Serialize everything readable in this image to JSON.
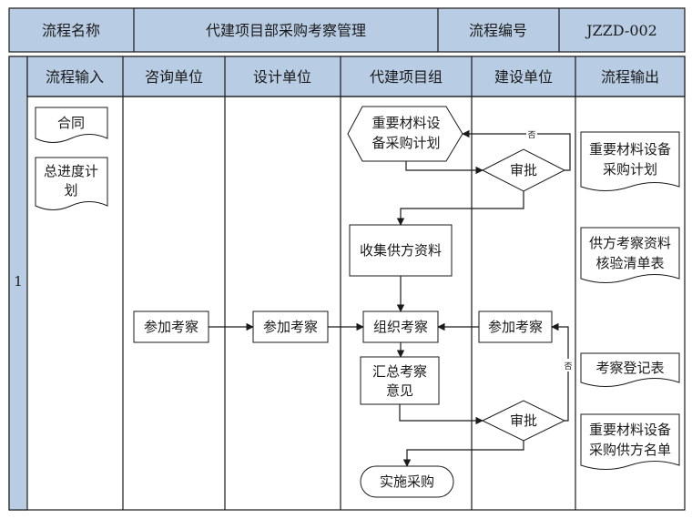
{
  "header": {
    "name_label": "流程名称",
    "name_value": "代建项目部采购考察管理",
    "code_label": "流程编号",
    "code_value": "JZZD-002"
  },
  "lanes": [
    "流程输入",
    "咨询单位",
    "设计单位",
    "代建项目组",
    "建设单位",
    "流程输出"
  ],
  "row_number": "1",
  "inputs": [
    {
      "lines": [
        "合同"
      ]
    },
    {
      "lines": [
        "总进度计",
        "划"
      ]
    }
  ],
  "nodes": {
    "plan": [
      "重要材料设",
      "备采购计划"
    ],
    "approve1": "审批",
    "collect": "收集供方资料",
    "organize": "组织考察",
    "consult": "参加考察",
    "design": "参加考察",
    "owner": "参加考察",
    "summary": [
      "汇总考察",
      "意见"
    ],
    "approve2": "审批",
    "implement": "实施采购",
    "no1": "否",
    "no2": "否"
  },
  "outputs": [
    {
      "lines": [
        "重要材料设备",
        "采购计划"
      ]
    },
    {
      "lines": [
        "供方考察资料",
        "核验清单表"
      ]
    },
    {
      "lines": [
        "考察登记表"
      ]
    },
    {
      "lines": [
        "重要材料设备",
        "采购供方名单"
      ]
    }
  ],
  "colors": {
    "header_fill": "#b8cce4",
    "line": "#1a1a1a",
    "arrow": "#1a1a1a"
  }
}
